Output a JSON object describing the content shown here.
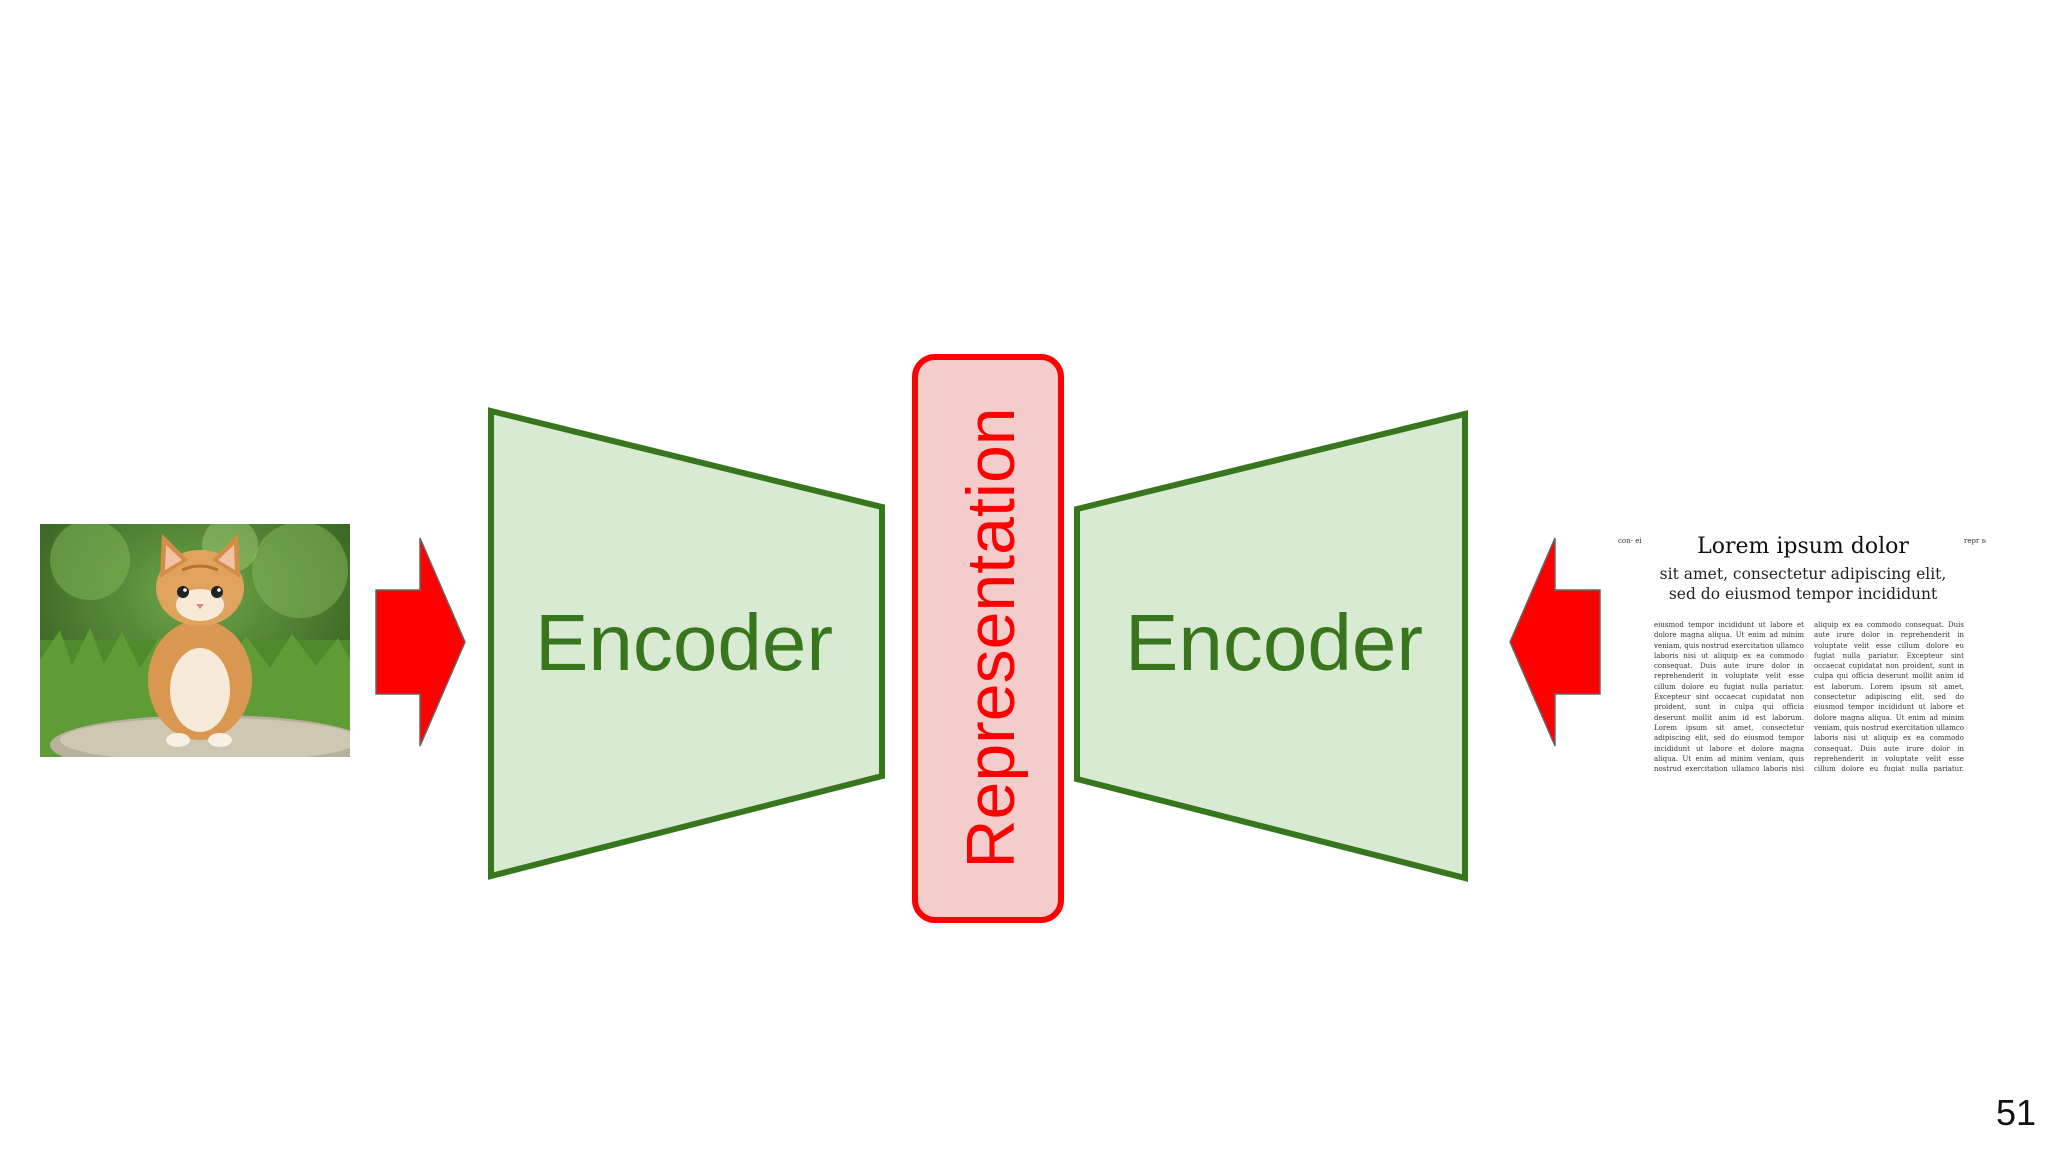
{
  "diagram": {
    "left_encoder_label": "Encoder",
    "right_encoder_label": "Encoder",
    "representation_label": "Representation",
    "colors": {
      "encoder_fill": "#d9ead3",
      "encoder_stroke": "#38761d",
      "encoder_text": "#38761d",
      "representation_fill": "#f4cccc",
      "representation_stroke": "#ff0000",
      "representation_text": "#ff0000",
      "arrow_fill": "#ff0000",
      "arrow_stroke": "#666666"
    }
  },
  "kitten_image": {
    "icon": "kitten-photo"
  },
  "document": {
    "headline": "Lorem ipsum dolor",
    "subhead_line1": "sit amet, consectetur adipiscing elit,",
    "subhead_line2": "sed do eiusmod tempor incididunt",
    "body_col1": "eiusmod tempor incididunt ut labore et dolore magna aliqua. Ut enim ad minim veniam, quis nostrud exercitation ullamco laboris nisi ut aliquip ex ea commodo consequat. Duis aute irure dolor in reprehenderit in voluptate velit esse cillum dolore eu fugiat nulla pariatur. Excepteur sint occaecat cupidatat non proident, sunt in culpa qui officia deserunt mollit anim id est laborum. Lorem ipsum sit amet, consectetur adipiscing elit, sed do eiusmod tempor incididunt ut labore et dolore magna aliqua. Ut enim ad minim veniam, quis nostrud exercitation ullamco laboris nisi ut aliquip ex ea commodo consequat. Duis aute irure",
    "body_col2": "aliquip ex ea commodo consequat. Duis aute irure dolor in reprehenderit in voluptate velit esse cillum dolore eu fugiat nulla pariatur. Excepteur sint occaecat cupidatat non proident, sunt in culpa qui officia deserunt mollit anim id est laborum. Lorem ipsum sit amet, consectetur adipiscing elit, sed do eiusmod tempor incididunt ut labore et dolore magna aliqua. Ut enim ad minim veniam, quis nostrud exercitation ullamco laboris nisi ut aliquip ex ea commodo consequat. Duis aute irure dolor in reprehenderit in voluptate velit esse cillum dolore eu fugiat nulla pariatur. Lorem ipsum dolor sit amet, consectetur adipiscing",
    "edge_left": "con- eius- re et n ve- amco con- hen- re eu ccae- culpa labo- adip- ncidi- a. Ut exer- ex ea dolor e cil- ccep- dent, mollit n. sit",
    "edge_right": "repr som nifi- cou was blan whi wait the sim in e est sect tem na a nos aliq aute lupt nulla con na a"
  },
  "page_number": "51"
}
